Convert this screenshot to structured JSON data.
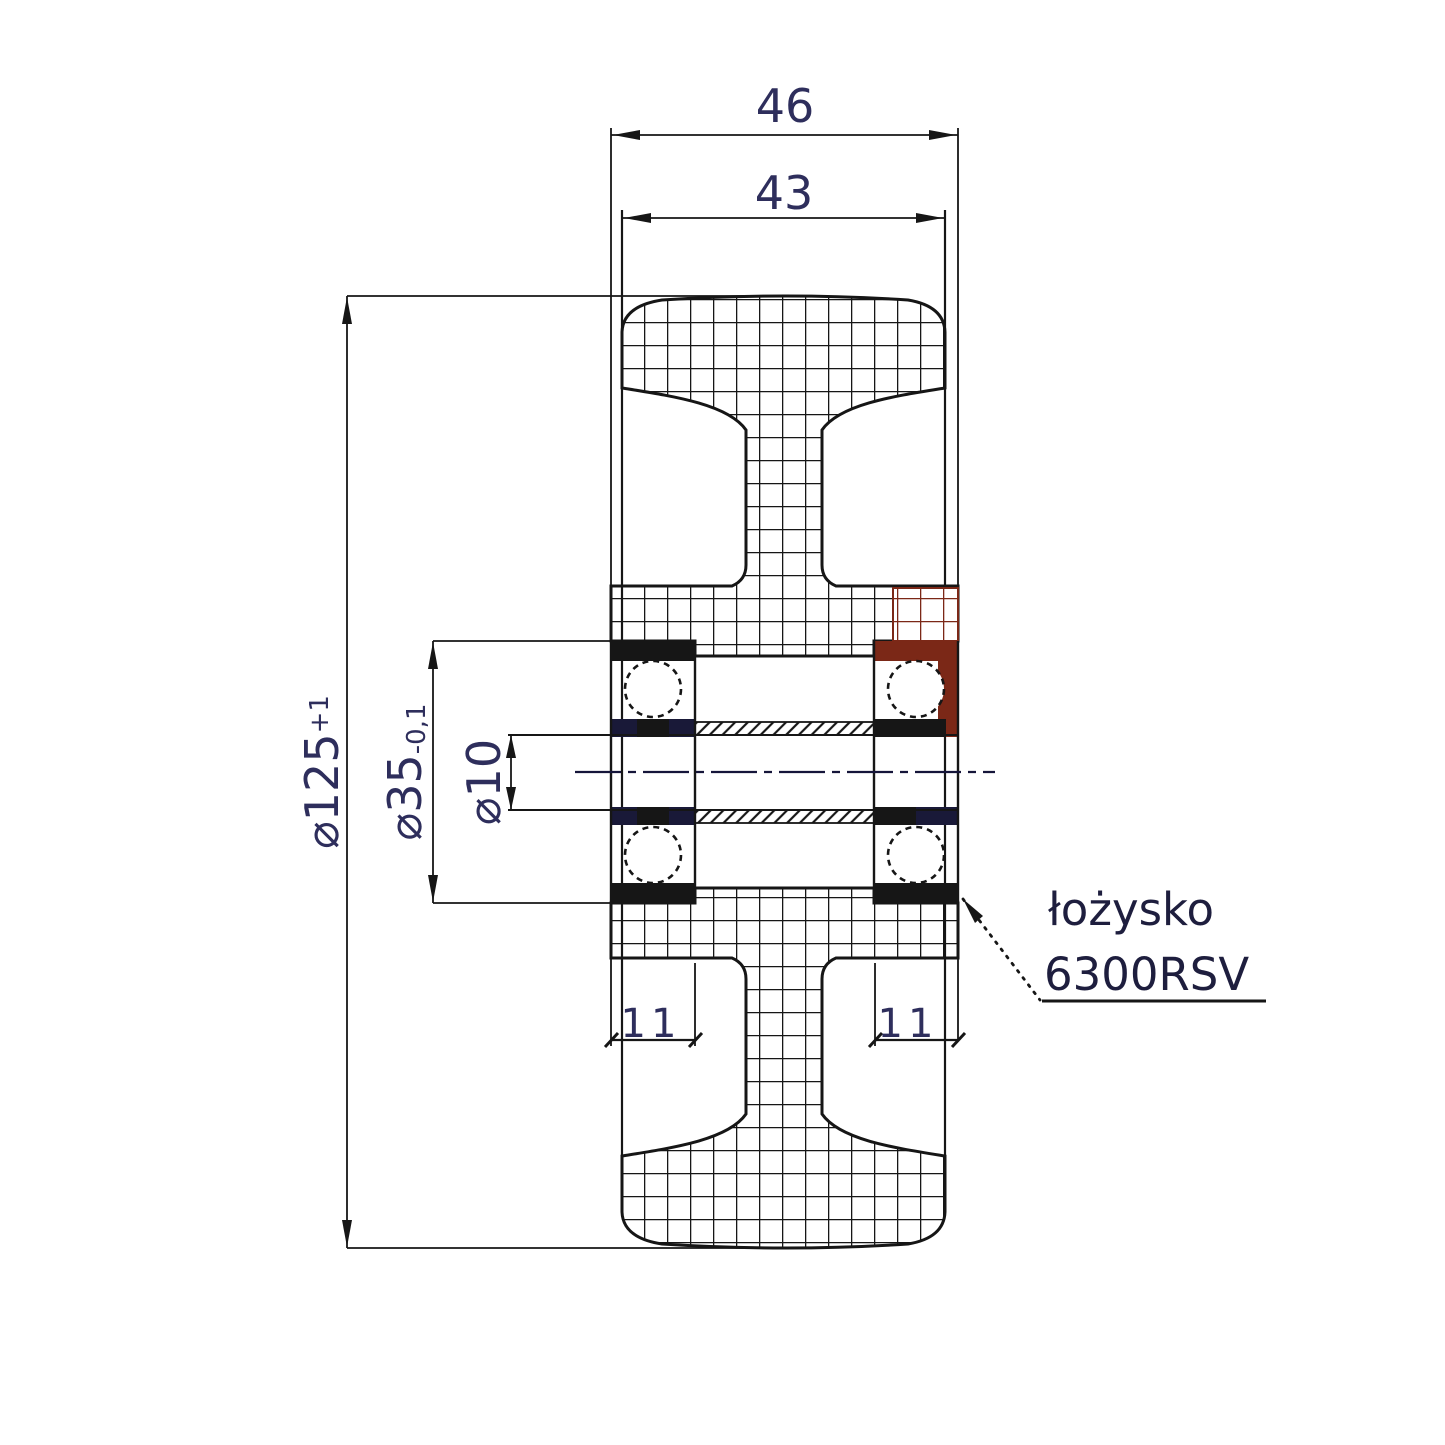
{
  "drawing": {
    "type": "technical-section-drawing",
    "subject": "wheel-with-ball-bearings-cross-section",
    "dims": {
      "hub_width": "46",
      "tread_width": "43",
      "outer_dia_symbol": "⌀",
      "outer_dia": "125",
      "outer_dia_tol": "+1",
      "bearing_od_symbol": "⌀",
      "bearing_od": "35",
      "bearing_od_tol": "-0,1",
      "bore_symbol": "⌀",
      "bore": "10",
      "seat_left": "11",
      "seat_right": "11"
    },
    "callout": {
      "line1": "łożysko",
      "line2": "6300RSV"
    },
    "colors": {
      "ink": "#161616",
      "dim_text": "#2e2e5c",
      "label_text": "#1e1e3e",
      "maroon": "#7b2817",
      "navy": "#191938",
      "background": "#ffffff"
    }
  }
}
